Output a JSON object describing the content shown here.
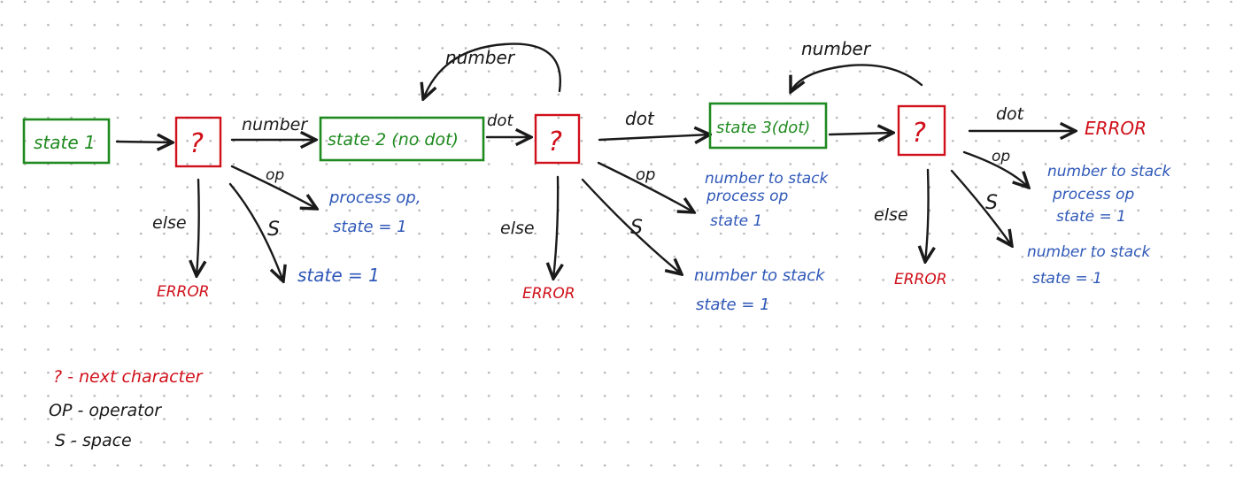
{
  "states": {
    "state1": "state 1",
    "state2": "state 2 (no dot)",
    "state3": "state 3(dot)"
  },
  "decision_symbol": "?",
  "transitions": {
    "number": "number",
    "dot": "dot",
    "op": "op",
    "s": "S",
    "else": "else"
  },
  "error_text": "ERROR",
  "actions": {
    "process_op": "process op,",
    "state_eq_1": "state = 1",
    "number_to_stack": "number to stack",
    "number_to_stack_2": "number to stack",
    "process_op_2": "process op",
    "state_1": "state 1",
    "state_eq_1_b": "state = 1",
    "number_to_stack_3": "number to stack",
    "process_op_3": "process op",
    "state_eq_1_c": "state = 1",
    "number_to_stack_4": "number to stack",
    "state_eq_1_d": "state = 1"
  },
  "legend": {
    "q": "? - next character",
    "op": "OP - operator",
    "s": "S - space"
  }
}
